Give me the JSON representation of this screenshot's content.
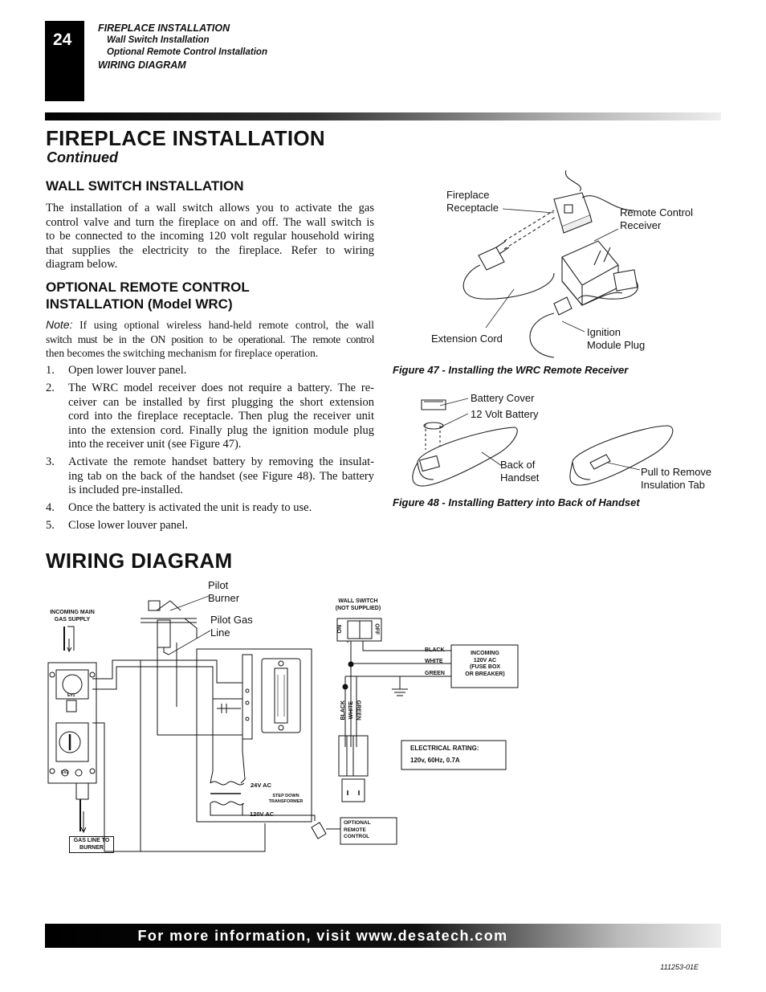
{
  "header": {
    "page_number": "24",
    "toc": [
      "FIREPLACE INSTALLATION",
      "Wall Switch Installation",
      "Optional Remote Control Installation",
      "WIRING DIAGRAM"
    ]
  },
  "main": {
    "title": "FIREPLACE INSTALLATION",
    "continued": "Continued",
    "wall_switch": {
      "heading": "WALL SWITCH INSTALLATION",
      "lines": [
        "The installation of a wall switch allows you to activate the gas",
        "control valve and turn the fireplace on and off. The wall switch is",
        "to be connected to the incoming 120 volt regular household wiring",
        "that supplies the electricity to the fireplace. Refer to wiring",
        "diagram below."
      ]
    },
    "remote": {
      "heading_lines": [
        "OPTIONAL REMOTE CONTROL",
        "INSTALLATION (Model WRC)"
      ],
      "note_label": "Note:",
      "note_lines": [
        " If using optional wireless hand-held remote control, the wall",
        "switch must be in the ON position to be operational. The remote control",
        "then becomes the switching mechanism for fireplace operation."
      ],
      "steps": [
        {
          "n": "1.",
          "lines": [
            "Open lower louver panel."
          ]
        },
        {
          "n": "2.",
          "lines": [
            "The WRC model receiver does not require a battery. The re-",
            "ceiver can be installed by first plugging the short extension",
            "cord into the fireplace receptacle. Then plug the receiver unit",
            "into the extension cord. Finally plug the ignition module plug",
            "into the receiver unit (see Figure 47)."
          ]
        },
        {
          "n": "3.",
          "lines": [
            "Activate the remote handset battery by removing the insulat-",
            "ing tab on the back of the handset (see Figure 48). The battery",
            "is included pre-installed."
          ]
        },
        {
          "n": "4.",
          "lines": [
            "Once the battery is activated the unit is ready to use."
          ]
        },
        {
          "n": "5.",
          "lines": [
            "Close lower louver panel."
          ]
        }
      ]
    },
    "fig47": {
      "caption": "Figure 47 - Installing the WRC Remote Receiver",
      "labels": {
        "receptacle": [
          "Fireplace",
          "Receptacle"
        ],
        "receiver": [
          "Remote Control",
          "Receiver"
        ],
        "extension": "Extension Cord",
        "ignition": [
          "Ignition",
          "Module Plug"
        ]
      }
    },
    "fig48": {
      "caption": "Figure 48 - Installing Battery into Back of Handset",
      "labels": {
        "cover": "Battery Cover",
        "battery": "12 Volt Battery",
        "back": [
          "Back of",
          "Handset"
        ],
        "pull": [
          "Pull to Remove",
          "Insulation Tab"
        ]
      }
    },
    "wiring": {
      "title": "WIRING DIAGRAM",
      "pilot_burner": [
        "Pilot",
        "Burner"
      ],
      "pilot_gas": [
        "Pilot Gas",
        "Line"
      ],
      "incoming_gas": [
        "INCOMING MAIN",
        "GAS SUPPLY"
      ],
      "gas_line": [
        "GAS LINE TO",
        "BURNER"
      ],
      "wall_switch": [
        "WALL SWITCH",
        "(NOT SUPPLIED)"
      ],
      "switch_on": "ON",
      "switch_off": "OFF",
      "black": "BLACK",
      "white": "WHITE",
      "green": "GREEN",
      "incoming_power": [
        "INCOMING",
        "120V AC",
        "(FUSE BOX",
        "OR BREAKER)"
      ],
      "rating_title": "ELECTRICAL RATING:",
      "rating_value": "120v, 60Hz, 0.7A",
      "v24": "24V AC",
      "transformer": [
        "STEP DOWN",
        "TRANSFORMER"
      ],
      "v120": "120V AC",
      "optional_remote": [
        "OPTIONAL",
        "REMOTE",
        "CONTROL"
      ],
      "ev1": "EV1",
      "ev2": "EV2"
    }
  },
  "footer": {
    "text": "For more information, visit www.desatech.com",
    "doc_number": "111253-01E"
  }
}
